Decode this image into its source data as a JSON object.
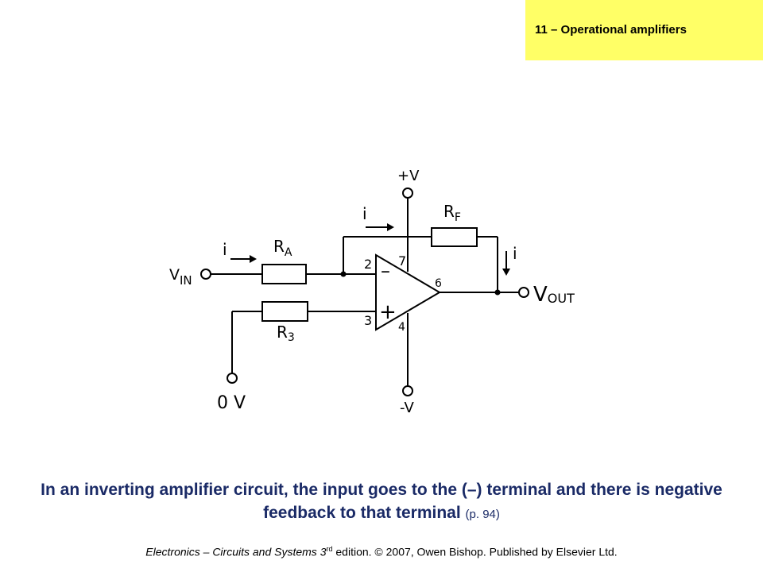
{
  "header": {
    "chapter_label": "11 – Operational amplifiers",
    "accent_color": "#ffff66"
  },
  "circuit": {
    "supply_positive": "+V",
    "supply_negative": "-V",
    "input_label": "V",
    "input_subscript": "IN",
    "output_label": "V",
    "output_subscript": "OUT",
    "ground_label": "0 V",
    "resistor_input": "R",
    "resistor_input_subscript": "A",
    "resistor_feedback": "R",
    "resistor_feedback_subscript": "F",
    "resistor_bias": "R",
    "resistor_bias_subscript": "3",
    "current_label": "i",
    "pin_inverting": "2",
    "pin_noninverting": "3",
    "pin_positive_supply": "7",
    "pin_negative_supply": "4",
    "pin_output": "6",
    "minus_sign": "–",
    "plus_sign": "+"
  },
  "caption": {
    "text": "In an inverting amplifier circuit, the input goes to the (–) terminal and there is negative feedback to that terminal",
    "page_ref": "(p. 94)",
    "text_color": "#1a2a66"
  },
  "footer": {
    "book_title": "Electronics – Circuits and Systems 3",
    "edition_sup": "rd",
    "rest": " edition. © 2007, Owen Bishop. Published by Elsevier Ltd."
  }
}
